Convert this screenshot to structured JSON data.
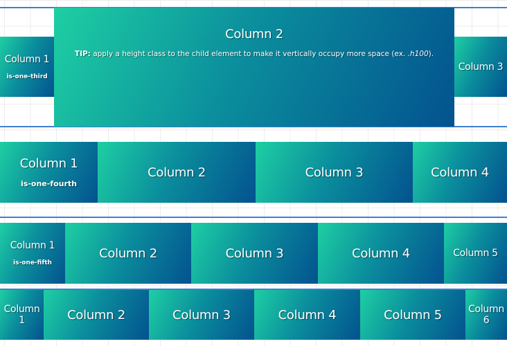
{
  "rows": [
    {
      "columns": [
        {
          "title": "Column 1",
          "subtitle": "is-one-third"
        },
        {
          "title": "Column 2",
          "tip_label": "TIP:",
          "tip_text": " apply a height class to the child element to make it vertically occupy more space (ex. ",
          "tip_code": ".h100",
          "tip_end": ")."
        },
        {
          "title": "Column 3"
        }
      ]
    },
    {
      "columns": [
        {
          "title": "Column 1",
          "subtitle": "is-one-fourth"
        },
        {
          "title": "Column 2"
        },
        {
          "title": "Column 3"
        },
        {
          "title": "Column 4"
        }
      ]
    },
    {
      "columns": [
        {
          "title": "Column 1",
          "subtitle": "is-one-fifth"
        },
        {
          "title": "Column 2"
        },
        {
          "title": "Column 3"
        },
        {
          "title": "Column 4"
        },
        {
          "title": "Column 5"
        }
      ]
    },
    {
      "columns": [
        {
          "title": "Column 1"
        },
        {
          "title": "Column 2"
        },
        {
          "title": "Column 3"
        },
        {
          "title": "Column 4"
        },
        {
          "title": "Column 5"
        },
        {
          "title": "Column 6"
        }
      ]
    }
  ],
  "colors": {
    "gradient_start": "#1ecfa3",
    "gradient_end": "#03528f",
    "border": "#3d7fd0"
  }
}
